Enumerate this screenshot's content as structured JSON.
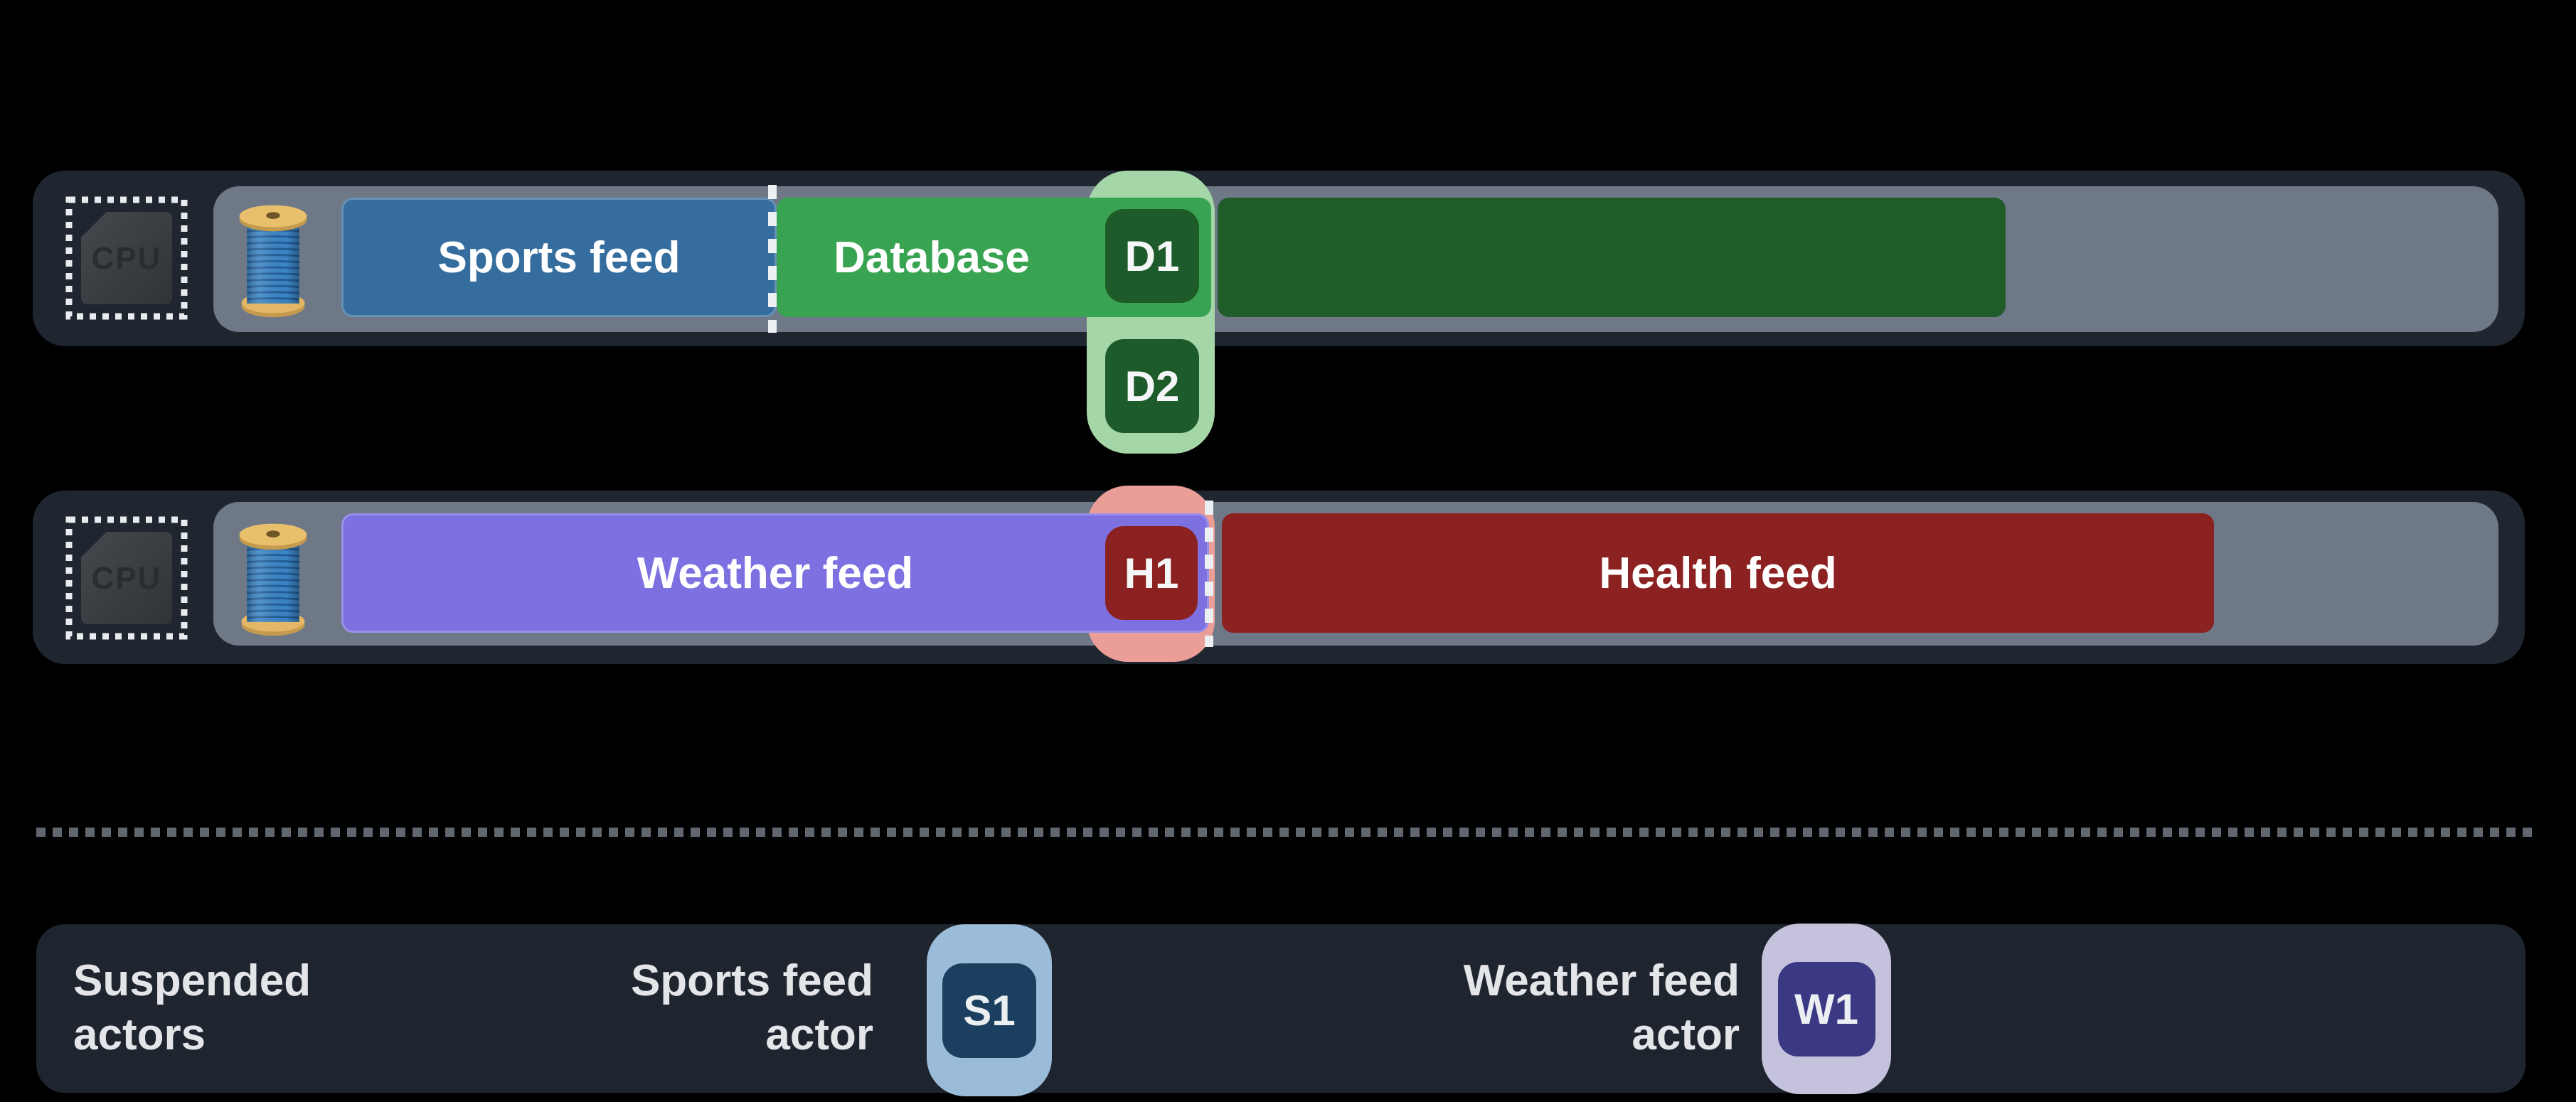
{
  "colors": {
    "background": "#000000",
    "row_container": "#1f262f",
    "thread_track": "#6e7887",
    "sports_feed_blue": "#346d9e",
    "database_green": "#38a452",
    "database_continuation_green": "#1f5c2a",
    "database_job_badge_green": "#1e5b2b",
    "database_highlight_green": "#a5d6a7",
    "weather_feed_purple": "#7d71e2",
    "health_feed_red": "#8b2120",
    "health_highlight_pink": "#eb9d97",
    "suspended_bar": "#1f252e",
    "s1_pill": "#9bbcd9",
    "s1_badge": "#1b3f5e",
    "w1_pill": "#c4c2dc",
    "w1_badge": "#3b3884",
    "switch_dash_white": "#edf0f3",
    "separator_dot_gray": "#61676f",
    "label_text": "#e3e5e8"
  },
  "icons": {
    "cpu": "cpu-chip-icon",
    "thread": "thread-spool-icon"
  },
  "row1": {
    "cpu_label": "CPU",
    "sports_label": "Sports feed",
    "database_label": "Database",
    "job1": "D1",
    "job2": "D2"
  },
  "row2": {
    "cpu_label": "CPU",
    "weather_label": "Weather feed",
    "job1": "H1",
    "health_label": "Health feed"
  },
  "suspended": {
    "title": [
      "Suspended",
      "actors"
    ],
    "sports_actor": [
      "Sports feed",
      "actor"
    ],
    "sports_job": "S1",
    "weather_actor": [
      "Weather feed",
      "actor"
    ],
    "weather_job": "W1"
  }
}
